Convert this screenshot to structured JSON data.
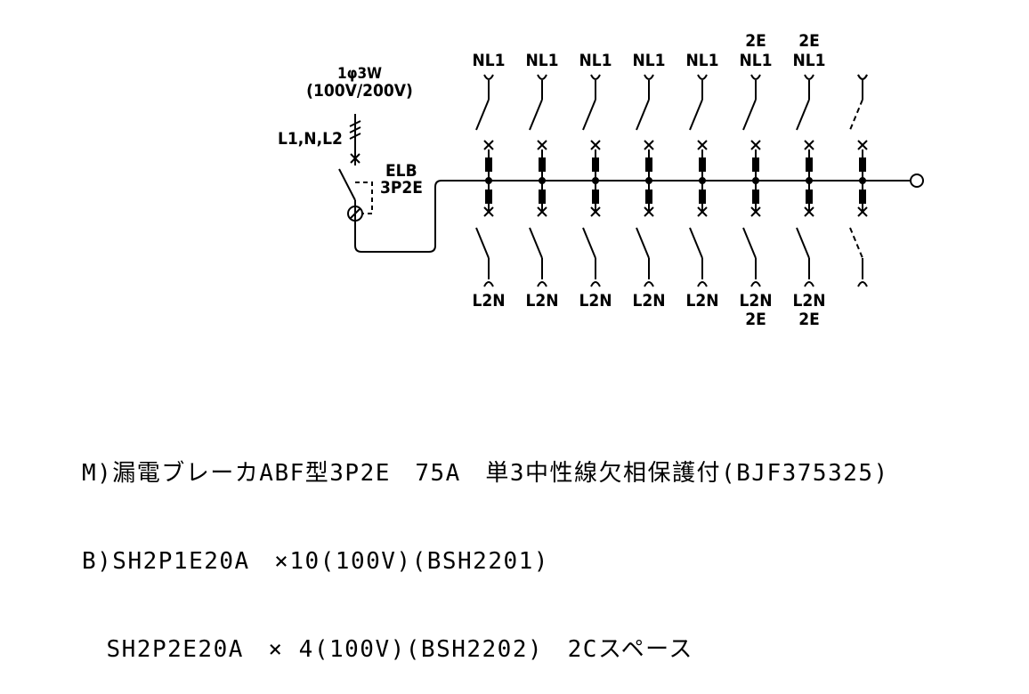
{
  "diagram": {
    "supply": {
      "phase_label": "1φ3W",
      "voltage_label": "(100V/200V)",
      "lines_label": "L1,N,L2"
    },
    "main_breaker": {
      "label_top": "ELB",
      "label_bottom": "3P2E"
    },
    "branches": [
      {
        "top": [
          "",
          "NL1"
        ],
        "bottom": [
          "L2N",
          ""
        ]
      },
      {
        "top": [
          "",
          "NL1"
        ],
        "bottom": [
          "L2N",
          ""
        ]
      },
      {
        "top": [
          "",
          "NL1"
        ],
        "bottom": [
          "L2N",
          ""
        ]
      },
      {
        "top": [
          "",
          "NL1"
        ],
        "bottom": [
          "L2N",
          ""
        ]
      },
      {
        "top": [
          "",
          "NL1"
        ],
        "bottom": [
          "L2N",
          ""
        ]
      },
      {
        "top": [
          "2E",
          "NL1"
        ],
        "bottom": [
          "L2N",
          "2E"
        ]
      },
      {
        "top": [
          "2E",
          "NL1"
        ],
        "bottom": [
          "L2N",
          "2E"
        ]
      },
      {
        "top": [
          "",
          ""
        ],
        "bottom": [
          "",
          ""
        ],
        "spare": true
      }
    ]
  },
  "notes": {
    "line1": "M)漏電ブレーカABF型3P2E　75A　単3中性線欠相保護付(BJF375325)",
    "line2": "B)SH2P1E20A　×10(100V)(BSH2201)",
    "line3": "　SH2P2E20A　× 4(100V)(BSH2202)　2Cスペース"
  }
}
